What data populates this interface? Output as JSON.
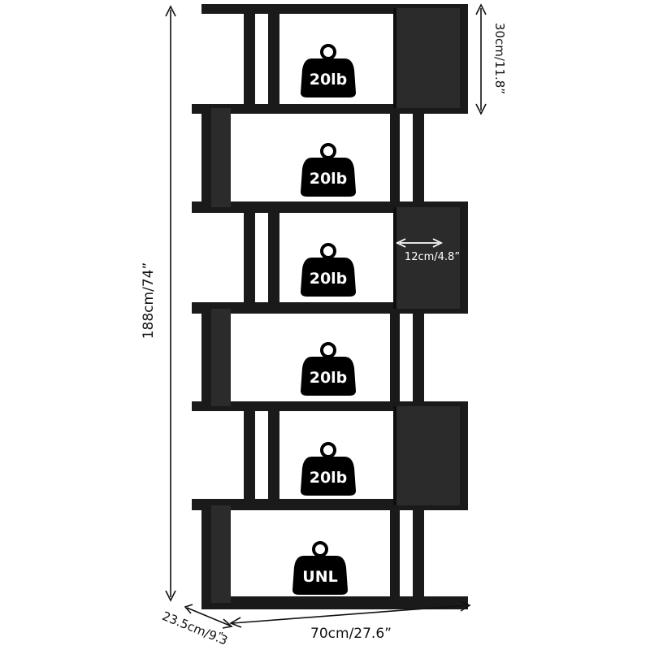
{
  "product": {
    "shelf_capacities": [
      "20lb",
      "20lb",
      "20lb",
      "20lb",
      "20lb",
      "UNL"
    ],
    "colors": {
      "board": "#1a1a1a",
      "board_edge": "#0d0d0d",
      "interior": "#2b2b2b",
      "weight_icon": "#000000",
      "dim_line": "#111111"
    }
  },
  "dimensions": {
    "height": "188cm/74”",
    "width": "70cm/27.6”",
    "depth_cm": "23.5cm/9.3",
    "depth_quote": "”",
    "shelf_height": "30cm/11.8”",
    "board_spacing": "12cm/4.8”"
  }
}
